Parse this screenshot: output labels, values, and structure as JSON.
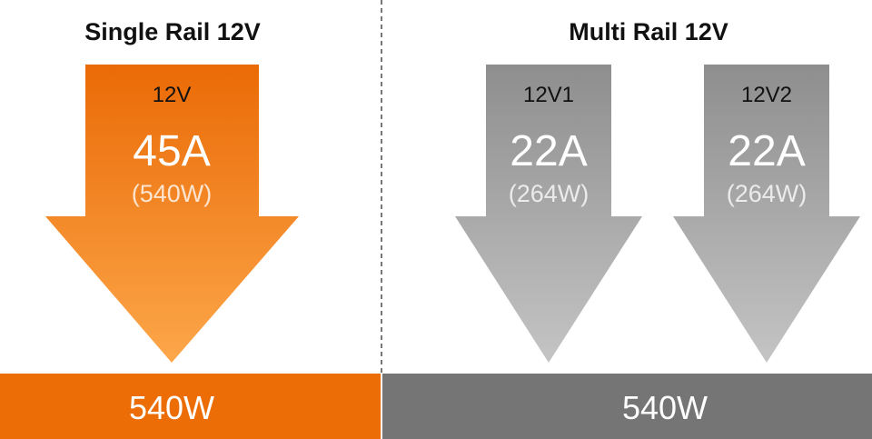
{
  "single_rail": {
    "title": "Single Rail 12V",
    "rails": [
      {
        "label": "12V",
        "amps": "45A",
        "watts": "(540W)"
      }
    ],
    "total": "540W",
    "colors": {
      "arrow_top": "#ea6a06",
      "arrow_bottom": "#fca74a",
      "bar": "#ec6d05"
    }
  },
  "multi_rail": {
    "title": "Multi Rail 12V",
    "rails": [
      {
        "label": "12V1",
        "amps": "22A",
        "watts": "(264W)"
      },
      {
        "label": "12V2",
        "amps": "22A",
        "watts": "(264W)"
      }
    ],
    "total": "540W",
    "colors": {
      "arrow_top": "#8e8e8e",
      "arrow_bottom": "#c4c4c4",
      "bar": "#757575"
    }
  }
}
